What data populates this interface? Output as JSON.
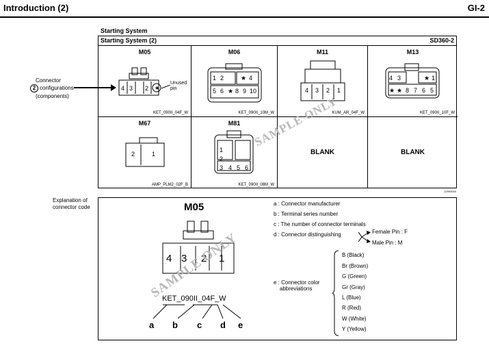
{
  "header": {
    "title": "Introduction (2)",
    "page": "GI-2"
  },
  "section_label": "Starting System",
  "table": {
    "title_left": "Starting System (2)",
    "title_right": "SD360-2",
    "footer_id": "12993000",
    "cells": [
      {
        "title": "M05",
        "code": "KET_090II_04F_W",
        "pins": [
          "4",
          "3",
          "2",
          "★"
        ],
        "note": "Unused\npin"
      },
      {
        "title": "M06",
        "code": "KET_090II_10M_W",
        "pins": [
          "1",
          "2",
          "★",
          "4",
          "5",
          "6",
          "★",
          "8",
          "9",
          "10"
        ]
      },
      {
        "title": "M11",
        "code": "KUM_AR_04F_W",
        "pins": [
          "4",
          "3",
          "2",
          "1"
        ]
      },
      {
        "title": "M13",
        "code": "KET_090II_10F_W",
        "pins": [
          "4",
          "3",
          "★",
          "1",
          "★",
          "★",
          "8",
          "7",
          "6",
          "5"
        ]
      },
      {
        "title": "M67",
        "code": "AMP_PLM2_02F_B",
        "pins": [
          "2",
          "1"
        ]
      },
      {
        "title": "M81",
        "code": "KET_090II_08M_W",
        "pins": [
          "1",
          "2",
          "3",
          "4",
          "5",
          "6"
        ]
      },
      {
        "title": "",
        "blank": "BLANK"
      },
      {
        "title": "",
        "blank": "BLANK"
      }
    ]
  },
  "callout": {
    "num": "2",
    "line1": "Connector",
    "line2": "configurations",
    "line3": "(components)"
  },
  "explanation": {
    "side_label_1": "Explanation of",
    "side_label_2": "connector code",
    "title": "M05",
    "pins": [
      "4",
      "3",
      "2",
      "1"
    ],
    "code_text": "KET_090II_04F_W",
    "letters": [
      "a",
      "b",
      "c",
      "d",
      "e"
    ],
    "items": {
      "a": "a : Connector manufacturer",
      "b": "b : Terminal series number",
      "c": "c : The number of connector terminals",
      "d": "d : Connector distinguishing",
      "d_female": "Female Pin : F",
      "d_male": "Male Pin : M",
      "e": "e : Connector color\n    abbreviations"
    },
    "colors": [
      "B (Black)",
      "Br (Brown)",
      "G (Green)",
      "Gr (Gray)",
      "L (Blue)",
      "R (Red)",
      "W (White)",
      "Y (Yellow)"
    ]
  },
  "watermark": "SAMPLE ONLY"
}
